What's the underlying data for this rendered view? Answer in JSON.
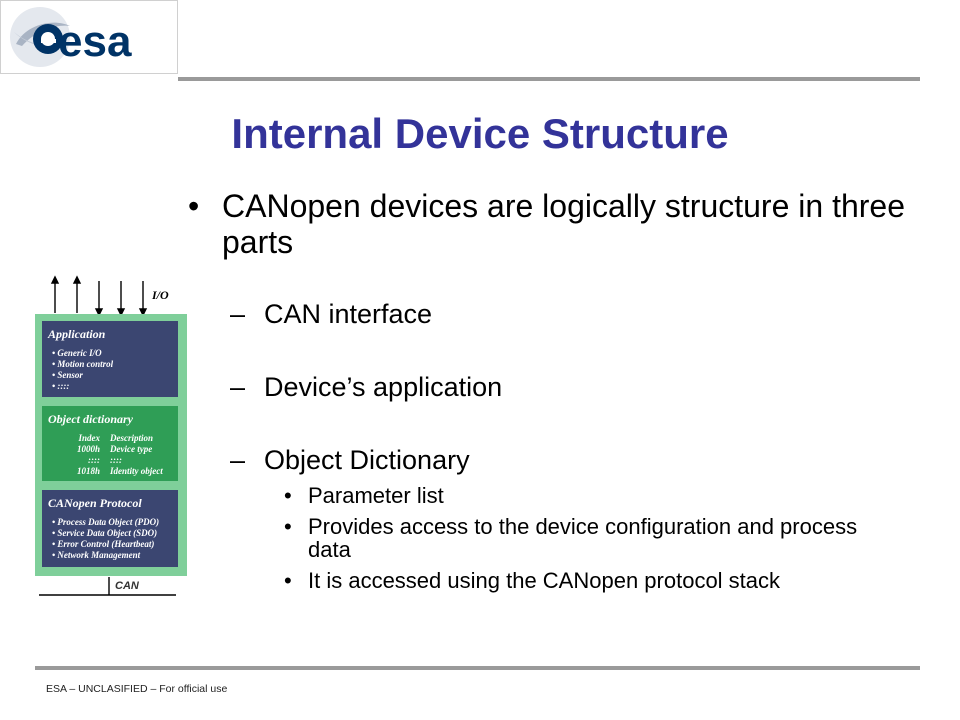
{
  "slide": {
    "logo_text": "esa",
    "title": "Internal Device Structure",
    "bullet_main": "CANopen devices are logically structure in three parts",
    "sub_items": [
      "CAN interface",
      "Device’s application",
      "Object Dictionary"
    ],
    "sub_sub_items": [
      "Parameter list",
      "Provides access to the device configuration and process data",
      "It is accessed using the CANopen protocol stack"
    ],
    "footer": "ESA – UNCLASIFIED – For official use"
  },
  "diagram": {
    "io_label": "I/O",
    "application": {
      "title": "Application",
      "items": [
        "Generic I/O",
        "Motion control",
        "Sensor",
        "::::"
      ]
    },
    "object_dictionary": {
      "title": "Object dictionary",
      "rows": [
        [
          "Index",
          "Description"
        ],
        [
          "1000h",
          "Device type"
        ],
        [
          "::::",
          "::::"
        ],
        [
          "1018h",
          "Identity object"
        ]
      ]
    },
    "protocol": {
      "title": "CANopen Protocol",
      "items": [
        "Process Data Object (PDO)",
        "Service Data Object (SDO)",
        "Error Control (Heartbeat)",
        "Network Management"
      ]
    },
    "can_label": "CAN"
  },
  "colors": {
    "title": "#333399",
    "logo_blue": "#003366",
    "device_bg": "#7fcf9a",
    "dark_box": "#3b4671",
    "green_box": "#2f9e56"
  }
}
